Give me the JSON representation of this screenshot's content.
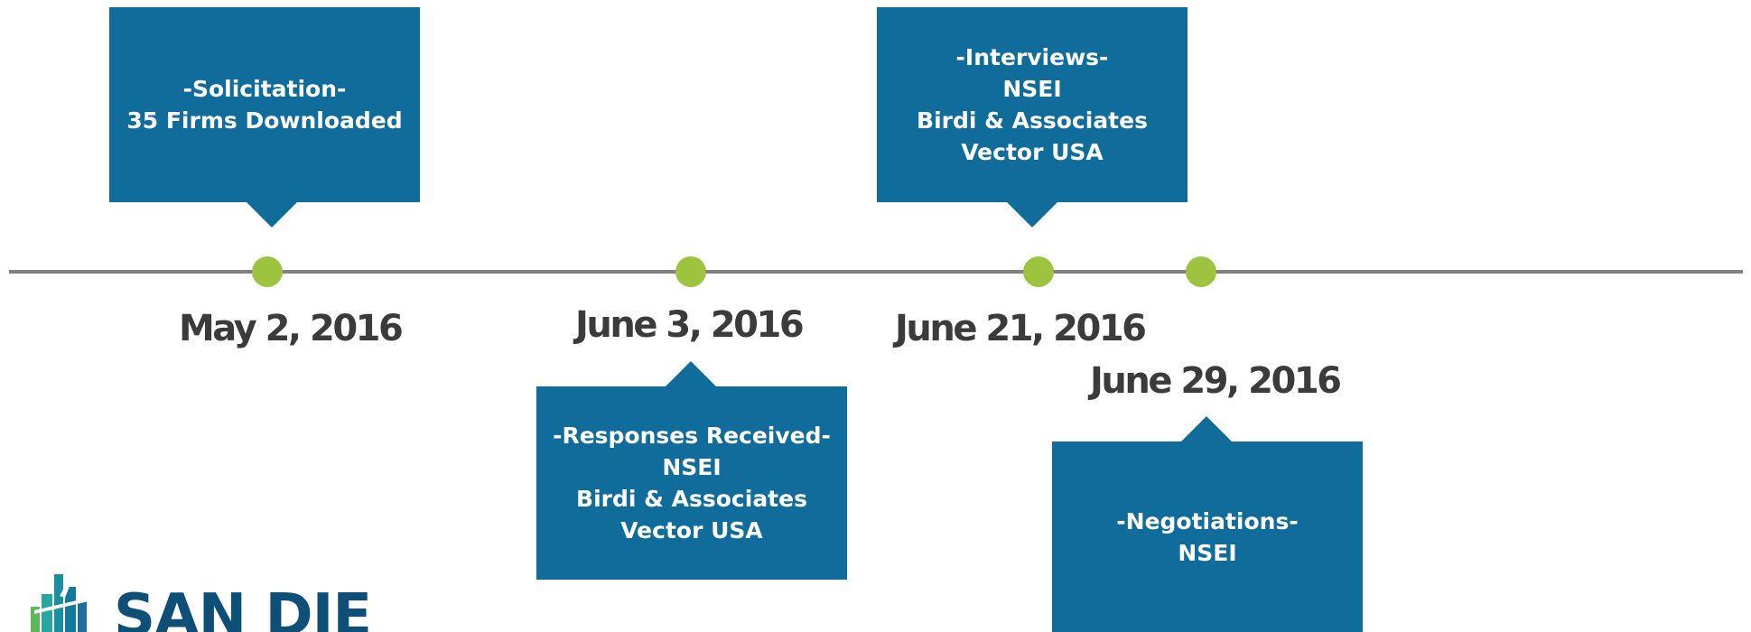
{
  "timeline": {
    "events": [
      {
        "date": "May 2, 2016",
        "lines": [
          "-Solicitation-",
          "35 Firms Downloaded"
        ]
      },
      {
        "date": "June 3, 2016",
        "lines": [
          "-Responses Received-",
          "NSEI",
          "Birdi & Associates",
          "Vector USA"
        ]
      },
      {
        "date": "June 21, 2016",
        "lines": [
          "-Interviews-",
          "NSEI",
          "Birdi & Associates",
          "Vector USA"
        ]
      },
      {
        "date": "June 29, 2016",
        "lines": [
          "-Negotiations-",
          "NSEI"
        ]
      }
    ]
  },
  "logo": {
    "text": "SAN DIEGO"
  },
  "colors": {
    "callout": "#0f6c9b",
    "dot": "#9cc43f",
    "axis": "#808080",
    "date_text": "#3b3b3b",
    "logo_text": "#0e4f78"
  }
}
